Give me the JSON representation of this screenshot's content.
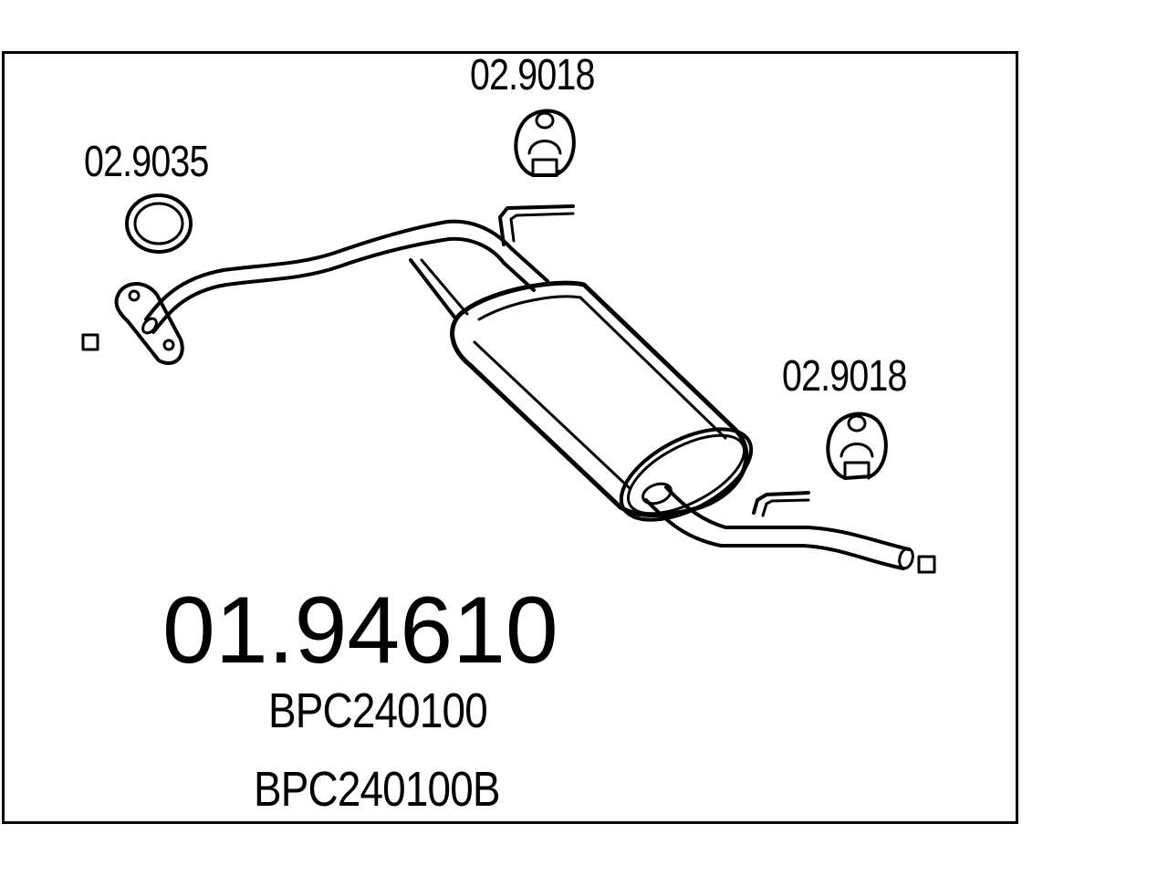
{
  "diagram": {
    "components": {
      "gasket": {
        "code": "02.9035",
        "icon": "gasket-ring-icon"
      },
      "hanger_top": {
        "code": "02.9018",
        "icon": "rubber-hanger-icon"
      },
      "hanger_right": {
        "code": "02.9018",
        "icon": "rubber-hanger-icon"
      }
    },
    "main_part": {
      "number": "01.94610",
      "references": [
        "BPC240100",
        "BPC240100B"
      ]
    },
    "colors": {
      "line": "#000000",
      "background": "#ffffff"
    }
  }
}
